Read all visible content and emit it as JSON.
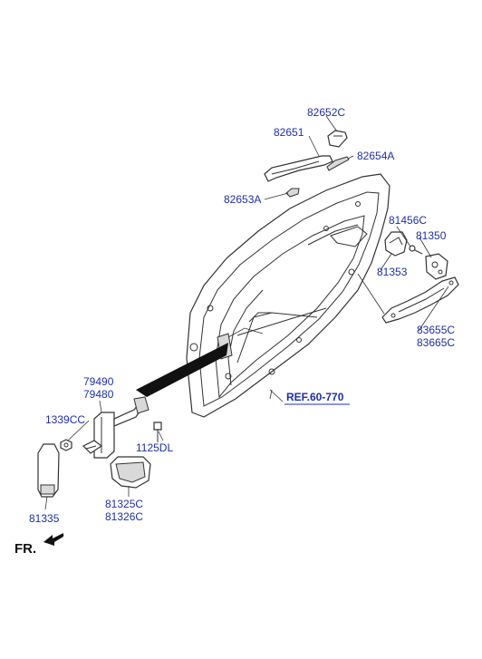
{
  "labels": {
    "p82652C": "82652C",
    "p82651": "82651",
    "p82654A": "82654A",
    "p82653A": "82653A",
    "p81456C": "81456C",
    "p81350": "81350",
    "p81353": "81353",
    "p83655C": "83655C",
    "p83665C": "83665C",
    "p79490": "79490",
    "p79480": "79480",
    "p1339CC": "1339CC",
    "p1125DL": "1125DL",
    "p81325C": "81325C",
    "p81326C": "81326C",
    "p81335": "81335"
  },
  "reference": "REF.60-770",
  "direction": "FR.",
  "colors": {
    "label": "#1f2fa8",
    "line": "#333333",
    "shade": "#d9d9d9"
  }
}
